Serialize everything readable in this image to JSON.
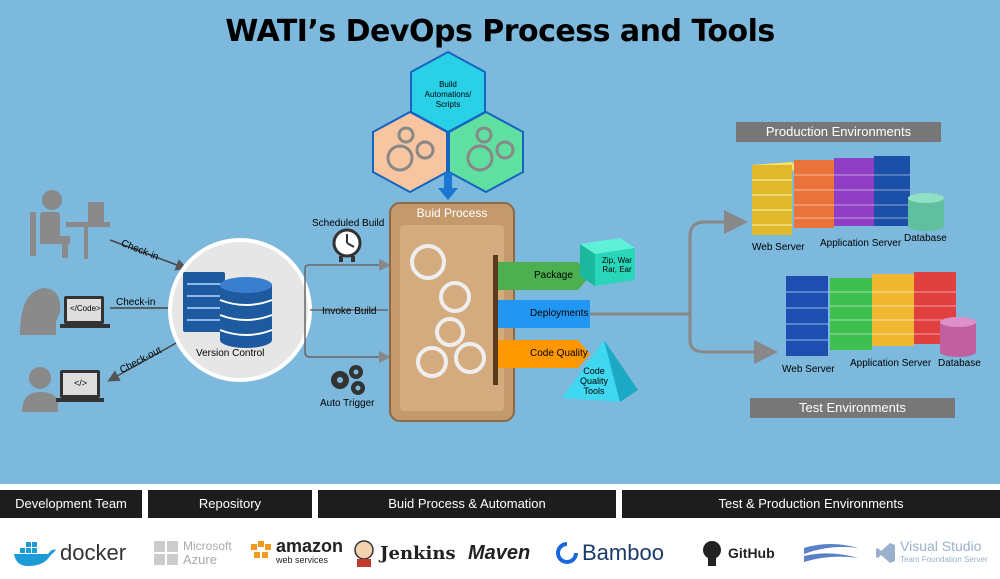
{
  "title": "WATI’s DevOps Process and Tools",
  "dev_team": {
    "checkin_1": "Check-in",
    "checkin_2": "Check-in",
    "checkout": "Check-out",
    "code_tag": "</Code>",
    "code_tag2": "</>"
  },
  "repository": {
    "label": "Version Control"
  },
  "triggers": {
    "scheduled": "Scheduled Build",
    "invoke": "Invoke Build",
    "auto": "Auto Trigger"
  },
  "build": {
    "hex_label": "Build Automations/ Scripts",
    "process_title": "Buid Process",
    "package": "Package",
    "package_box": "Zip, War Rar, Ear",
    "deployments": "Deployments",
    "code_quality": "Code Quality",
    "quality_tools": "Code Quality Tools"
  },
  "environments": {
    "production_title": "Production Environments",
    "test_title": "Test Environments",
    "prod": {
      "web": "Web Server",
      "app": "Application Server",
      "db": "Database"
    },
    "test": {
      "web": "Web Server",
      "app": "Application Server",
      "db": "Database"
    }
  },
  "footer": {
    "sections": [
      "Development Team",
      "Repository",
      "Buid Process & Automation",
      "Test & Production Environments"
    ],
    "logos": {
      "docker": "docker",
      "azure_1": "Microsoft",
      "azure_2": "Azure",
      "amazon_1": "amazon",
      "amazon_2": "web services",
      "jenkins": "Jenkins",
      "maven": "Maven",
      "bamboo": "Bamboo",
      "github": "GitHub",
      "vs_1": "Visual Studio",
      "vs_2": "Team Foundation Server"
    }
  },
  "colors": {
    "background": "#7cb9dc",
    "package": "#4caf50",
    "deployments": "#2196f3",
    "code_quality": "#ff9800",
    "process_box": "#c49a6c"
  }
}
